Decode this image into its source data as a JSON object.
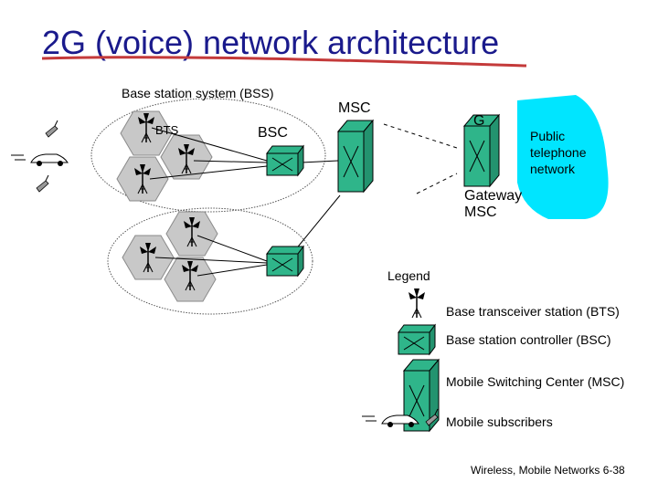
{
  "slide": {
    "title": "2G (voice) network architecture",
    "footer": "Wireless, Mobile Networks  6-38"
  },
  "diagram": {
    "bss_label": "Base station system (BSS)",
    "bts_label": "BTS",
    "bsc_label": "BSC",
    "msc_label": "MSC",
    "gateway_badge": "G",
    "gateway_label": "Gateway MSC",
    "pstn_label": "Public telephone network"
  },
  "legend": {
    "title": "Legend",
    "items": [
      {
        "label": "Base transceiver station (BTS)",
        "icon": "bts-antenna-icon"
      },
      {
        "label": "Base station controller (BSC)",
        "icon": "bsc-box-icon"
      },
      {
        "label": "Mobile Switching Center (MSC)",
        "icon": "msc-box-icon"
      },
      {
        "label": "Mobile subscribers",
        "icon": "mobile-subscriber-icon"
      }
    ]
  },
  "colors": {
    "title": "#1a1a8c",
    "underline": "#c43a3a",
    "equipment": "#2fb58a",
    "pstn": "#00e5ff",
    "cell": "#c8c8c8"
  }
}
